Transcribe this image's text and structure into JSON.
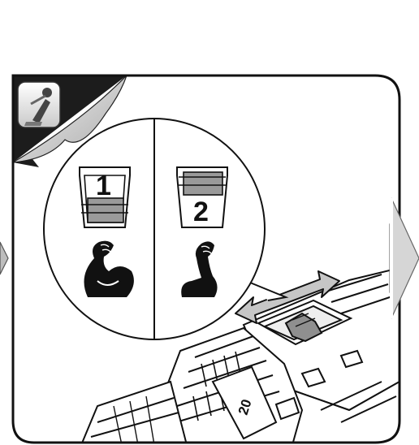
{
  "gear_selector": {
    "left_gear_label": "1",
    "right_gear_label": "2"
  },
  "torque_dial": {
    "visible_number": "20"
  },
  "icons": [
    "info-icon",
    "strong-arm-icon",
    "normal-arm-icon",
    "next-arrow-icon",
    "double-arrow-icon"
  ],
  "colors": {
    "frame": "#1a1a1a",
    "slider_gray": "#9a9a9a",
    "arrow_gray": "#c8c8c8",
    "background": "#ffffff"
  }
}
